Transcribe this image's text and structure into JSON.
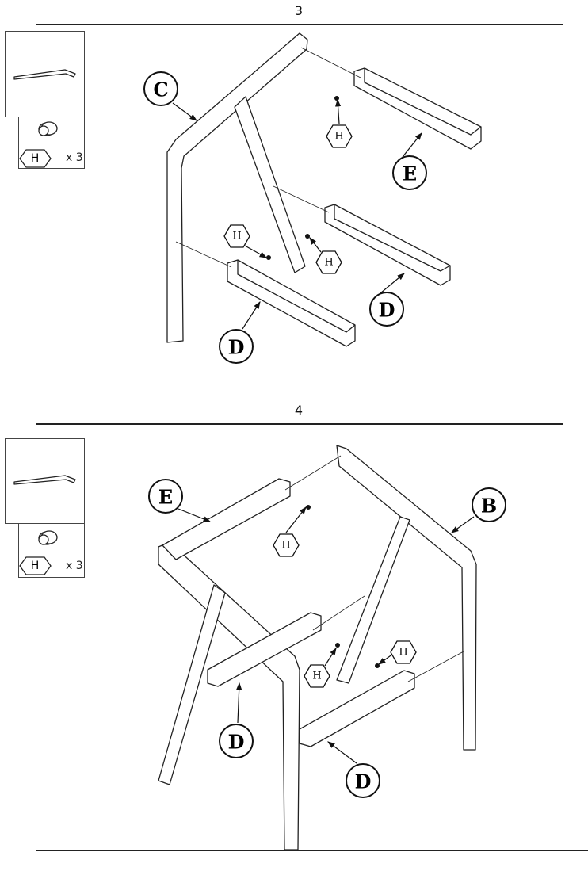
{
  "steps": [
    {
      "number": "3",
      "hardware": {
        "tool": "allen-key",
        "part_label": "H",
        "quantity": "x 3"
      },
      "callouts": {
        "c": "C",
        "e": "E",
        "d1": "D",
        "d2": "D",
        "h1": "H",
        "h2": "H",
        "h3": "H"
      }
    },
    {
      "number": "4",
      "hardware": {
        "tool": "allen-key",
        "part_label": "H",
        "quantity": "x 3"
      },
      "callouts": {
        "e": "E",
        "b": "B",
        "d1": "D",
        "d2": "D",
        "h1": "H",
        "h2": "H",
        "h3": "H"
      }
    }
  ]
}
